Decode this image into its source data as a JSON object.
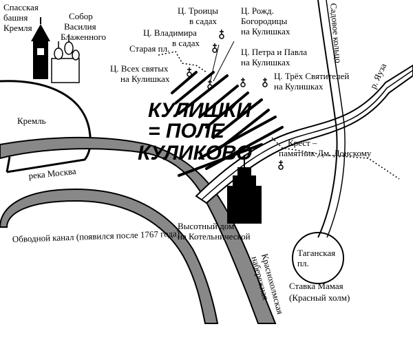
{
  "labels": {
    "spasskaya": [
      "Спасская",
      "башня",
      "Кремля"
    ],
    "sobor": [
      "Собор",
      "Василия",
      "Блаженного"
    ],
    "kremlin": "Кремль",
    "reka_moskva": "река Москва",
    "obvodnoy": "Обводной канал (появился после 1767 года)",
    "troitsy": [
      "Ц. Троицы",
      "в садах"
    ],
    "vladimira": [
      "Ц. Владимира",
      "в садах"
    ],
    "rozhd": [
      "Ц. Рожд.",
      "Богородицы",
      "на Кулишках"
    ],
    "staraya": "Старая пл.",
    "vsekh": [
      "Ц. Всех святых",
      "на Кулишках"
    ],
    "petra": [
      "Ц. Петра и Павла",
      "на Кулишках"
    ],
    "trekh": [
      "Ц. Трёх Святителей",
      "на Кулишках"
    ],
    "sadovoe": "Садовое кольцо",
    "yauza": "р. Яуза",
    "kulishki": [
      "КУЛИШКИ",
      "= ПОЛЕ",
      "КУЛИКОВО"
    ],
    "krest": [
      "Крест –",
      "памятник Дм. Донскому"
    ],
    "vysotny": [
      "Высотный дом",
      "на Котельнической"
    ],
    "krasnokholm": [
      "Краснохолмская",
      "набережная"
    ],
    "taganskaya": [
      "Таганская",
      "пл."
    ],
    "stavka": [
      "Ставка Мамая",
      "(Красный холм)"
    ]
  }
}
